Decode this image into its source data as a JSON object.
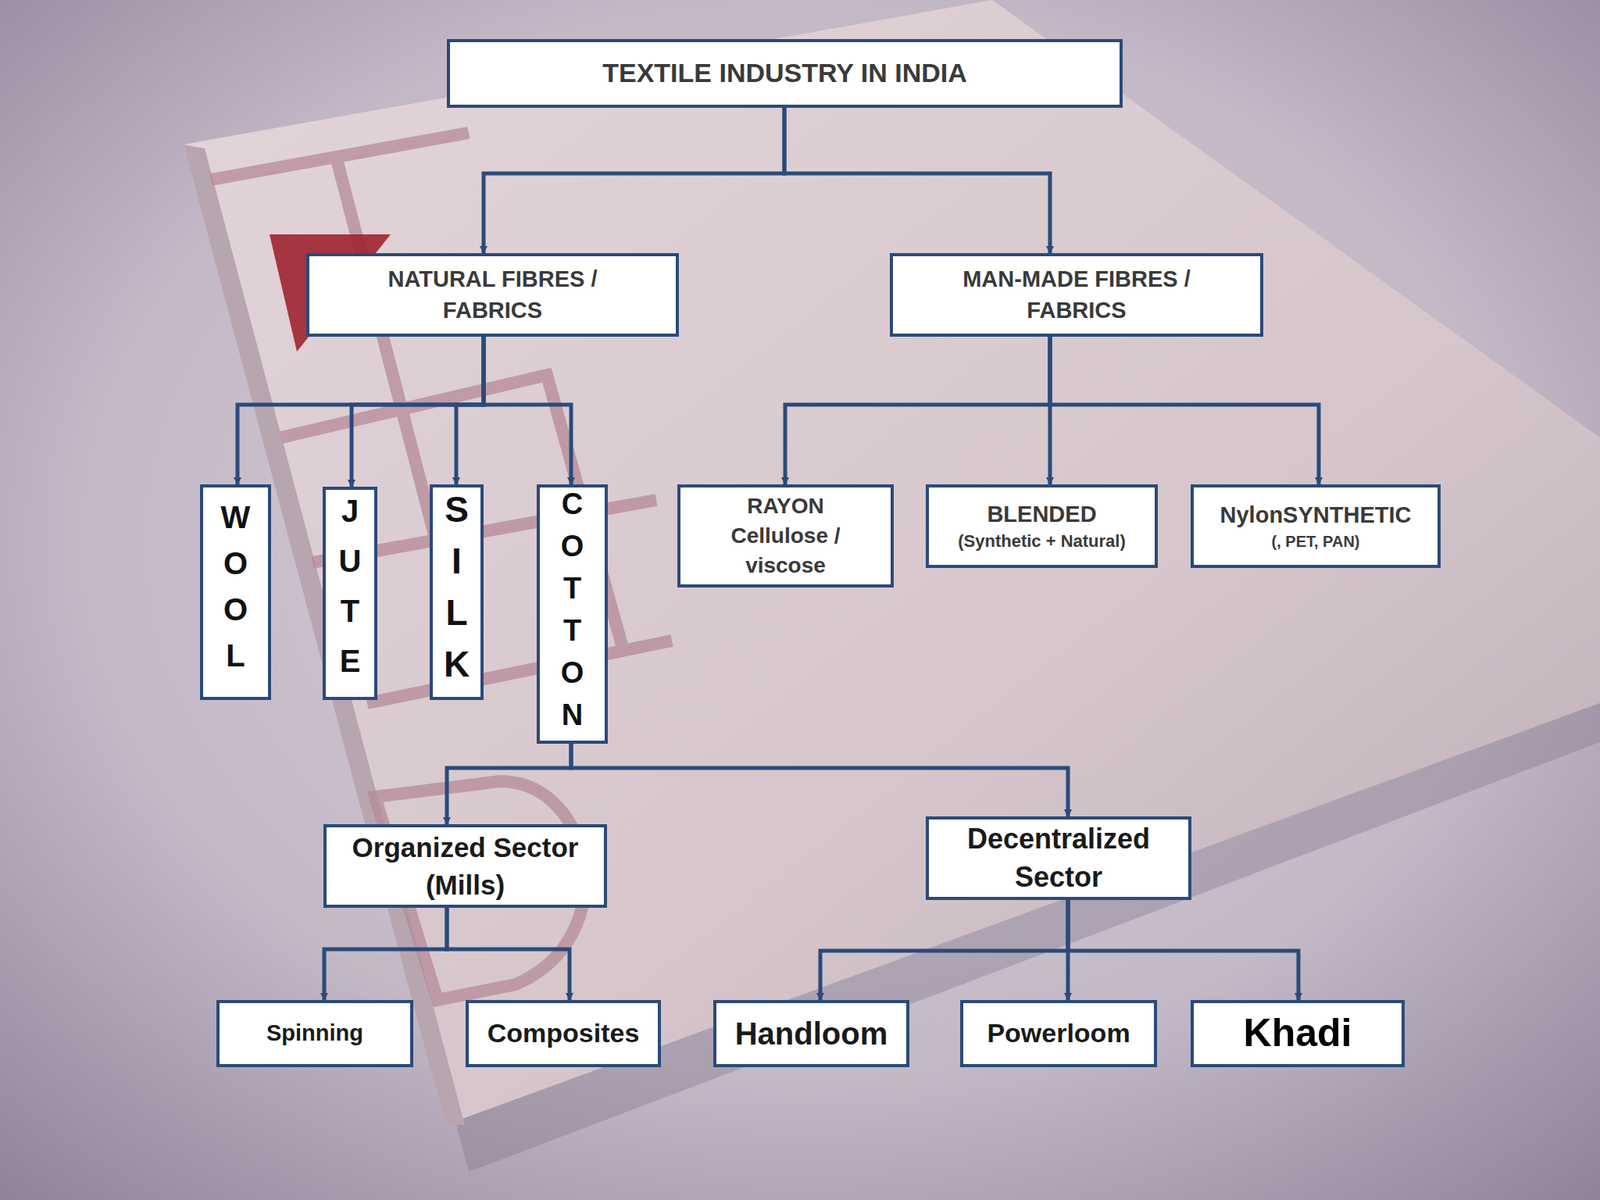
{
  "diagram": {
    "nodes": [
      {
        "text": [
          "TEXTILE INDUSTRY IN INDIA"
        ]
      },
      {
        "text": [
          "NATURAL FIBRES / FABRICS"
        ]
      },
      {
        "text": [
          "MAN-MADE FIBRES / FABRICS"
        ]
      },
      {
        "text": [
          "WOOL"
        ]
      },
      {
        "text": [
          "JUTE"
        ]
      },
      {
        "text": [
          "SILK"
        ]
      },
      {
        "text": [
          "COTTON"
        ]
      },
      {
        "text": [
          "RAYON",
          "Cellulose / viscose"
        ]
      },
      {
        "text": [
          "BLENDED",
          "(Synthetic + Natural)"
        ]
      },
      {
        "text": [
          "NylonSYNTHETIC",
          "(, PET, PAN)"
        ]
      },
      {
        "text": [
          "Organized Sector (Mills)"
        ]
      },
      {
        "text": [
          "Decentralized Sector"
        ]
      },
      {
        "text": [
          "Spinning"
        ]
      },
      {
        "text": [
          "Composites"
        ]
      },
      {
        "text": [
          "Handloom"
        ]
      },
      {
        "text": [
          "Powerloom"
        ]
      },
      {
        "text": [
          "Khadi"
        ]
      }
    ],
    "edges": [
      {
        "from": 0,
        "to": 1,
        "arrow": "to"
      },
      {
        "from": 0,
        "to": 2,
        "arrow": "to"
      },
      {
        "from": 1,
        "to": 3,
        "arrow": "to"
      },
      {
        "from": 1,
        "to": 4,
        "arrow": "to"
      },
      {
        "from": 1,
        "to": 5,
        "arrow": "to"
      },
      {
        "from": 1,
        "to": 6,
        "arrow": "to"
      },
      {
        "from": 2,
        "to": 7,
        "arrow": "to"
      },
      {
        "from": 2,
        "to": 8,
        "arrow": "to"
      },
      {
        "from": 2,
        "to": 9,
        "arrow": "to"
      },
      {
        "from": 6,
        "to": 10,
        "arrow": "to"
      },
      {
        "from": 6,
        "to": 11,
        "arrow": "to"
      },
      {
        "from": 10,
        "to": 12,
        "arrow": "to"
      },
      {
        "from": 10,
        "to": 13,
        "arrow": "to"
      },
      {
        "from": 11,
        "to": 14,
        "arrow": "to"
      },
      {
        "from": 11,
        "to": 15,
        "arrow": "to"
      },
      {
        "from": 11,
        "to": 16,
        "arrow": "to"
      }
    ]
  }
}
